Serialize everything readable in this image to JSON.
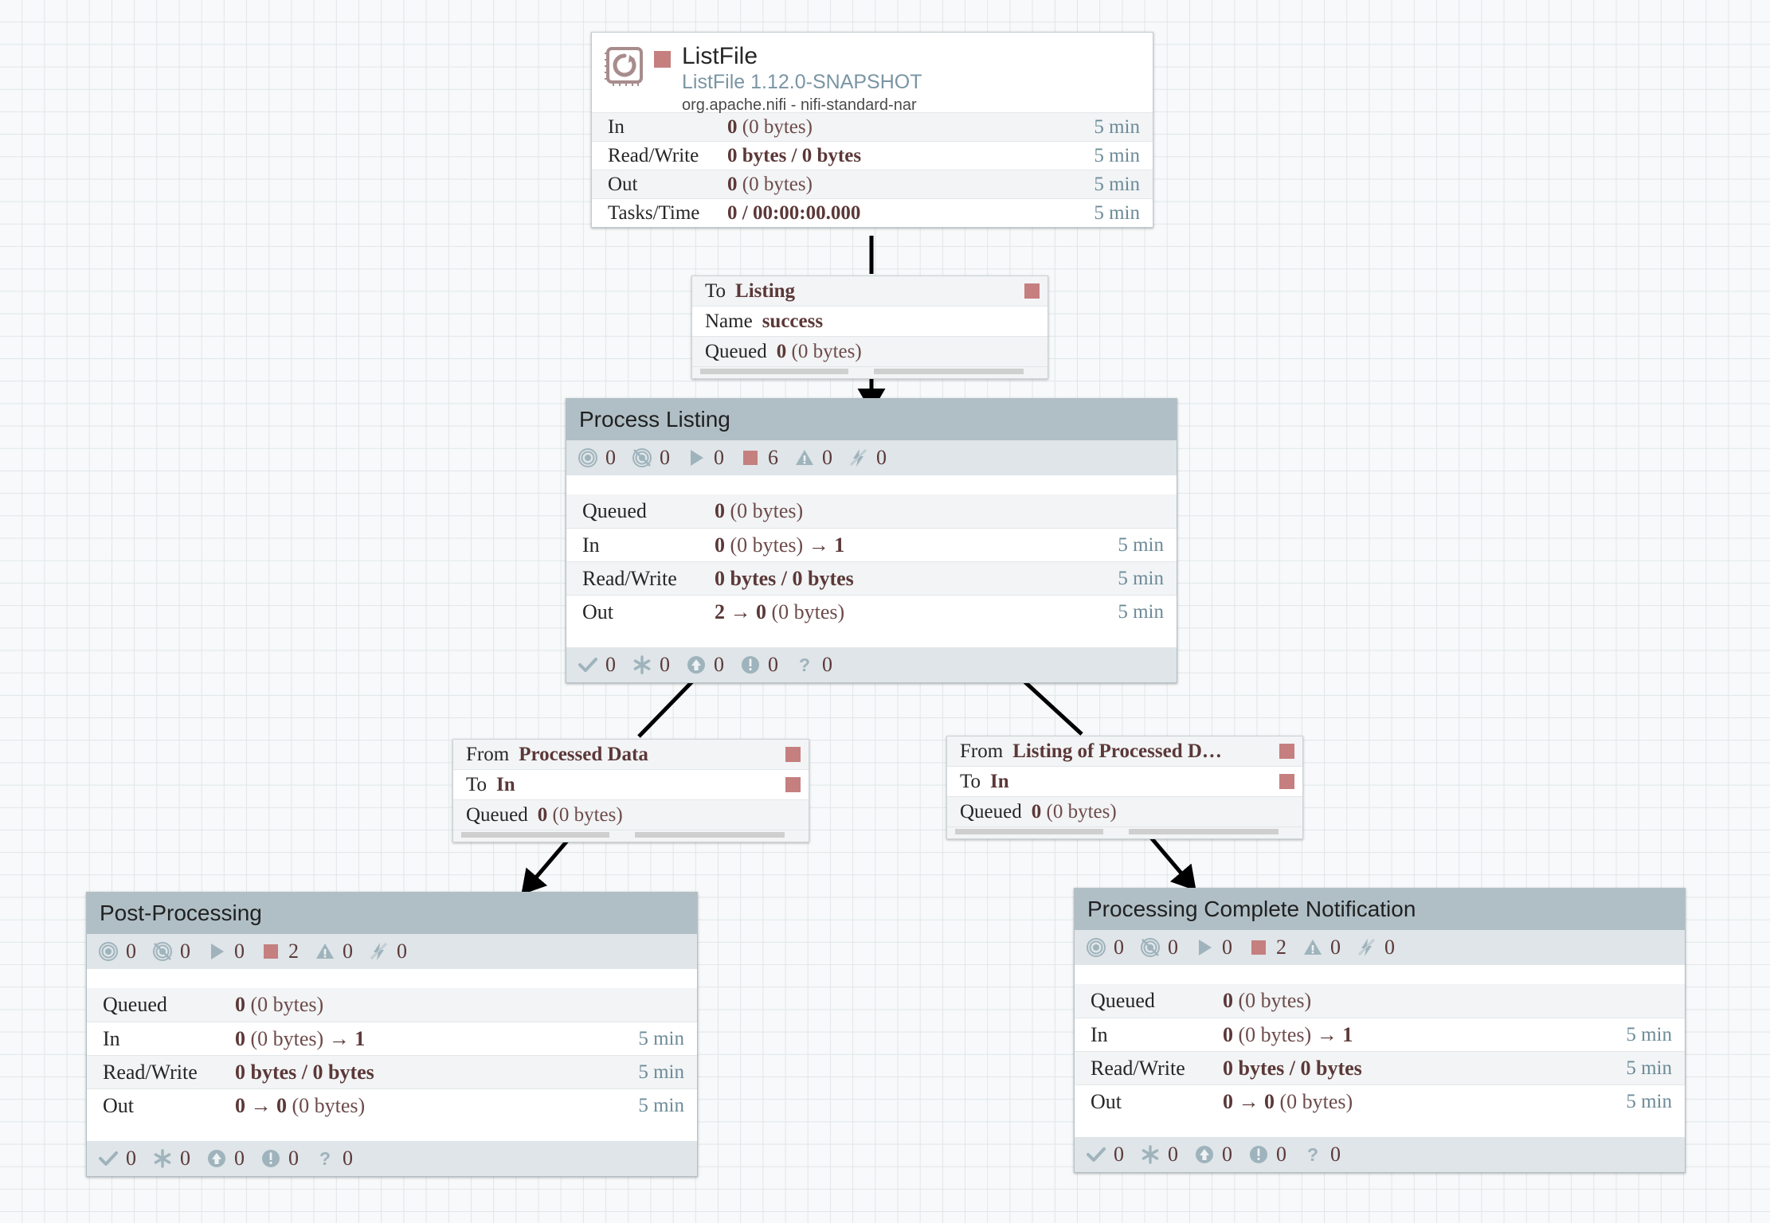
{
  "canvas": {
    "background": "#f7f9fa",
    "grid_color": "#e0e7e8",
    "accent_red": "#c57f7f",
    "header_gray": "#b0bfc6",
    "status_bar_gray": "#dfe5e8",
    "value_color": "#5c3838",
    "time_color": "#6d8b99"
  },
  "processor": {
    "name": "ListFile",
    "type": "ListFile 1.12.0-SNAPSHOT",
    "bundle": "org.apache.nifi - nifi-standard-nar",
    "run_status_icon": "stopped-square-icon",
    "icon": "listfile-processor-icon",
    "stats": [
      {
        "label": "In",
        "value": "0",
        "suffix": "(0 bytes)",
        "time": "5 min"
      },
      {
        "label": "Read/Write",
        "value": "0 bytes / 0 bytes",
        "suffix": "",
        "time": "5 min"
      },
      {
        "label": "Out",
        "value": "0",
        "suffix": "(0 bytes)",
        "time": "5 min"
      },
      {
        "label": "Tasks/Time",
        "value": "0 / 00:00:00.000",
        "suffix": "",
        "time": "5 min"
      }
    ]
  },
  "connections": [
    {
      "id": "listfile-to-listing",
      "rows": [
        {
          "key": "To",
          "value": "Listing",
          "square": true
        },
        {
          "key": "Name",
          "value": "success",
          "square": false
        },
        {
          "key": "Queued",
          "value": "0",
          "suffix": "(0 bytes)",
          "square": false
        }
      ]
    },
    {
      "id": "processed-data-to-in",
      "rows": [
        {
          "key": "From",
          "value": "Processed Data",
          "square": true
        },
        {
          "key": "To",
          "value": "In",
          "square": true
        },
        {
          "key": "Queued",
          "value": "0",
          "suffix": "(0 bytes)",
          "square": false
        }
      ]
    },
    {
      "id": "listing-of-processed-to-in",
      "rows": [
        {
          "key": "From",
          "value": "Listing of Processed D…",
          "square": true
        },
        {
          "key": "To",
          "value": "In",
          "square": true
        },
        {
          "key": "Queued",
          "value": "0",
          "suffix": "(0 bytes)",
          "square": false
        }
      ]
    }
  ],
  "process_groups": [
    {
      "id": "process-listing",
      "title": "Process Listing",
      "component_counts": [
        {
          "icon": "transmitting-icon",
          "count": "0"
        },
        {
          "icon": "not-transmitting-icon",
          "count": "0"
        },
        {
          "icon": "running-icon",
          "count": "0"
        },
        {
          "icon": "stopped-icon",
          "count": "6"
        },
        {
          "icon": "invalid-icon",
          "count": "0"
        },
        {
          "icon": "disabled-icon",
          "count": "0"
        }
      ],
      "stats": [
        {
          "label": "Queued",
          "value": "0",
          "suffix": "(0 bytes)",
          "time": ""
        },
        {
          "label": "In",
          "value": "0",
          "suffix": "(0 bytes)",
          "arrow_after": "1",
          "time": "5 min"
        },
        {
          "label": "Read/Write",
          "value": "0 bytes / 0 bytes",
          "suffix": "",
          "time": "5 min"
        },
        {
          "label": "Out",
          "value": "2",
          "arrow_to": "0",
          "suffix": "(0 bytes)",
          "time": "5 min"
        }
      ],
      "bulletin_counts": [
        {
          "icon": "active-threads-check-icon",
          "count": "0"
        },
        {
          "icon": "asterisk-icon",
          "count": "0"
        },
        {
          "icon": "up-arrow-circle-icon",
          "count": "0"
        },
        {
          "icon": "exclamation-circle-icon",
          "count": "0"
        },
        {
          "icon": "question-mark-icon",
          "count": "0"
        }
      ]
    },
    {
      "id": "post-processing",
      "title": "Post-Processing",
      "component_counts": [
        {
          "icon": "transmitting-icon",
          "count": "0"
        },
        {
          "icon": "not-transmitting-icon",
          "count": "0"
        },
        {
          "icon": "running-icon",
          "count": "0"
        },
        {
          "icon": "stopped-icon",
          "count": "2"
        },
        {
          "icon": "invalid-icon",
          "count": "0"
        },
        {
          "icon": "disabled-icon",
          "count": "0"
        }
      ],
      "stats": [
        {
          "label": "Queued",
          "value": "0",
          "suffix": "(0 bytes)",
          "time": ""
        },
        {
          "label": "In",
          "value": "0",
          "suffix": "(0 bytes)",
          "arrow_after": "1",
          "time": "5 min"
        },
        {
          "label": "Read/Write",
          "value": "0 bytes / 0 bytes",
          "suffix": "",
          "time": "5 min"
        },
        {
          "label": "Out",
          "value": "0",
          "arrow_to": "0",
          "suffix": "(0 bytes)",
          "time": "5 min"
        }
      ],
      "bulletin_counts": [
        {
          "icon": "active-threads-check-icon",
          "count": "0"
        },
        {
          "icon": "asterisk-icon",
          "count": "0"
        },
        {
          "icon": "up-arrow-circle-icon",
          "count": "0"
        },
        {
          "icon": "exclamation-circle-icon",
          "count": "0"
        },
        {
          "icon": "question-mark-icon",
          "count": "0"
        }
      ]
    },
    {
      "id": "processing-complete-notification",
      "title": "Processing Complete Notification",
      "component_counts": [
        {
          "icon": "transmitting-icon",
          "count": "0"
        },
        {
          "icon": "not-transmitting-icon",
          "count": "0"
        },
        {
          "icon": "running-icon",
          "count": "0"
        },
        {
          "icon": "stopped-icon",
          "count": "2"
        },
        {
          "icon": "invalid-icon",
          "count": "0"
        },
        {
          "icon": "disabled-icon",
          "count": "0"
        }
      ],
      "stats": [
        {
          "label": "Queued",
          "value": "0",
          "suffix": "(0 bytes)",
          "time": ""
        },
        {
          "label": "In",
          "value": "0",
          "suffix": "(0 bytes)",
          "arrow_after": "1",
          "time": "5 min"
        },
        {
          "label": "Read/Write",
          "value": "0 bytes / 0 bytes",
          "suffix": "",
          "time": "5 min"
        },
        {
          "label": "Out",
          "value": "0",
          "arrow_to": "0",
          "suffix": "(0 bytes)",
          "time": "5 min"
        }
      ],
      "bulletin_counts": [
        {
          "icon": "active-threads-check-icon",
          "count": "0"
        },
        {
          "icon": "asterisk-icon",
          "count": "0"
        },
        {
          "icon": "up-arrow-circle-icon",
          "count": "0"
        },
        {
          "icon": "exclamation-circle-icon",
          "count": "0"
        },
        {
          "icon": "question-mark-icon",
          "count": "0"
        }
      ]
    }
  ]
}
